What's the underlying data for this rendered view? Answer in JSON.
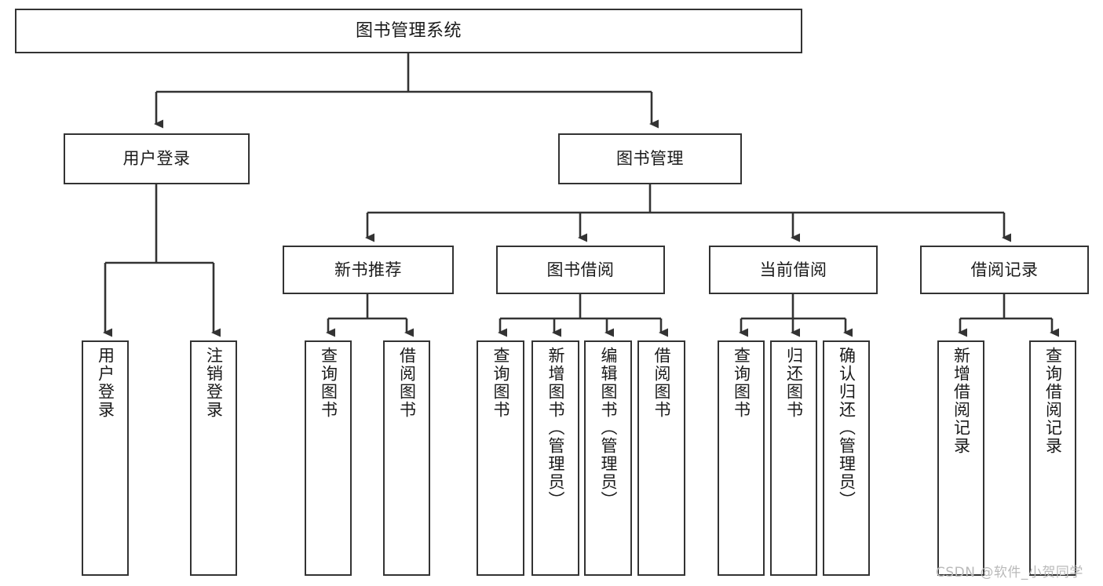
{
  "diagram": {
    "title": "图书管理系统",
    "root": {
      "label": "图书管理系统"
    },
    "level1": [
      {
        "label": "用户登录"
      },
      {
        "label": "图书管理"
      }
    ],
    "level2": [
      {
        "label": "新书推荐"
      },
      {
        "label": "图书借阅"
      },
      {
        "label": "当前借阅"
      },
      {
        "label": "借阅记录"
      }
    ],
    "leaves": {
      "user_login": [
        {
          "label": "用户登录"
        },
        {
          "label": "注销登录"
        }
      ],
      "new_book_recommend": [
        {
          "label": "查询图书"
        },
        {
          "label": "借阅图书"
        }
      ],
      "book_borrow": [
        {
          "label": "查询图书"
        },
        {
          "label": "新增图书（管理员）"
        },
        {
          "label": "编辑图书（管理员）"
        },
        {
          "label": "借阅图书"
        }
      ],
      "current_borrow": [
        {
          "label": "查询图书"
        },
        {
          "label": "归还图书"
        },
        {
          "label": "确认归还（管理员）"
        }
      ],
      "borrow_record": [
        {
          "label": "新增借阅记录"
        },
        {
          "label": "查询借阅记录"
        }
      ]
    },
    "watermark": "CSDN @软件_小贺同学",
    "colors": {
      "stroke": "#333333",
      "background": "#ffffff",
      "text": "#1a1a1a",
      "watermark": "#b9b9b9"
    }
  }
}
